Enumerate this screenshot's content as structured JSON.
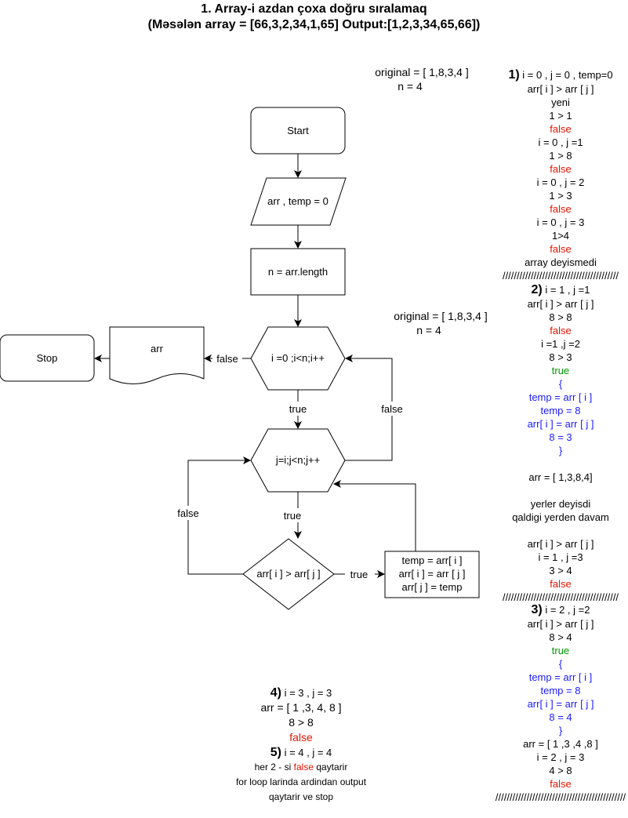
{
  "title": {
    "line1": "1. Array-i azdan çoxa doğru sıralamaq",
    "line2": "(Məsələn array = [66,3,2,34,1,65]  Output:[1,2,3,34,65,66])"
  },
  "flow": {
    "start": "Start",
    "input": "arr , temp = 0",
    "assign": "n = arr.length",
    "outer_loop": "i =0 ;i<n;i++",
    "inner_loop": "j=i;j<n;j++",
    "condition": "arr[ i ] > arr[ j ]",
    "swap": [
      "temp = arr[ i ]",
      "arr[ i ] = arr [ j ]",
      "arr[ j ] = temp"
    ],
    "output_doc": "arr",
    "stop": "Stop",
    "lbl_true": "true",
    "lbl_false": "false"
  },
  "notes": {
    "original1": [
      "original = [ 1,8,3,4 ]",
      "n = 4"
    ],
    "original2": [
      "original = [ 1,8,3,4 ]",
      "n = 4"
    ]
  },
  "trace": {
    "step1": [
      {
        "t": "1)",
        "r": " i = 0 , j = 0 , temp=0",
        "s": "big"
      },
      {
        "t": "arr[ i ] > arr [ j ]"
      },
      {
        "t": "yeni"
      },
      {
        "t": "1 > 1"
      },
      {
        "t": "false",
        "c": "red"
      },
      {
        "t": "i = 0 , j =1"
      },
      {
        "t": "1 > 8"
      },
      {
        "t": "false",
        "c": "red"
      },
      {
        "t": "i = 0 , j = 2"
      },
      {
        "t": "1 > 3"
      },
      {
        "t": "false",
        "c": "red"
      },
      {
        "t": "i = 0 , j = 3"
      },
      {
        "t": "1>4"
      },
      {
        "t": "false",
        "c": "red"
      },
      {
        "t": "array deyismedi"
      },
      {
        "t": "/////////////////////////////////////////"
      }
    ],
    "step2": [
      {
        "t": "2)",
        "r": "    i = 1 , j =1",
        "s": "big"
      },
      {
        "t": "arr[ i ] > arr [ j ]"
      },
      {
        "t": "8 > 8"
      },
      {
        "t": "false",
        "c": "red"
      },
      {
        "t": "i =1 ,j =2"
      },
      {
        "t": "8 > 3"
      },
      {
        "t": "true",
        "c": "green"
      },
      {
        "t": "{",
        "c": "blue"
      },
      {
        "t": "temp = arr [ i ]",
        "c": "blue"
      },
      {
        "t": "temp = 8",
        "c": "blue"
      },
      {
        "t": "arr[ i ] = arr [ j ]",
        "c": "blue"
      },
      {
        "t": "8 = 3",
        "c": "blue"
      },
      {
        "t": "}",
        "c": "blue"
      },
      {
        "t": ""
      },
      {
        "t": "arr = [ 1,3,8,4]"
      },
      {
        "t": ""
      },
      {
        "t": "yerler deyisdi"
      },
      {
        "t": "qaldigi yerden davam"
      },
      {
        "t": ""
      },
      {
        "t": "arr[ i ] > arr [ j ]"
      },
      {
        "t": "i = 1 , j =3"
      },
      {
        "t": "3 > 4"
      },
      {
        "t": "false",
        "c": "red"
      },
      {
        "t": "/////////////////////////////////////////"
      }
    ],
    "step3": [
      {
        "t": "3)",
        "r": "  i = 2 , j =2",
        "s": "big"
      },
      {
        "t": "arr[ i ] > arr [ j ]"
      },
      {
        "t": "8 > 4"
      },
      {
        "t": "true",
        "c": "green"
      },
      {
        "t": "{",
        "c": "blue"
      },
      {
        "t": "temp = arr [ i ]",
        "c": "blue"
      },
      {
        "t": "temp = 8",
        "c": "blue"
      },
      {
        "t": "arr[ i ] = arr [ j ]",
        "c": "blue"
      },
      {
        "t": "8 = 4",
        "c": "blue"
      },
      {
        "t": "}",
        "c": "blue"
      },
      {
        "t": "arr = [ 1 ,3 ,4 ,8 ]"
      },
      {
        "t": "i = 2 , j = 3"
      },
      {
        "t": "4 > 8"
      },
      {
        "t": "false",
        "c": "red"
      },
      {
        "t": "//////////////////////////////////////////////"
      }
    ],
    "step45": [
      {
        "t": "4)",
        "r": " i = 3 , j = 3",
        "s": "big"
      },
      {
        "t": "arr = [ 1 ,3, 4, 8 ]",
        "s": "fs14"
      },
      {
        "t": "8 > 8",
        "s": "fs14"
      },
      {
        "t": "false",
        "c": "red",
        "s": "fs14"
      },
      {
        "t": "5)",
        "r": " i = 4 , j = 4",
        "s": "big"
      },
      {
        "t": "her 2 - si ",
        "m": "false",
        "e": " qaytarir",
        "s": "fs12"
      },
      {
        "t": "for loop larinda ardindan output",
        "s": "fs12"
      },
      {
        "t": "qaytarir ve stop",
        "s": "fs12"
      }
    ]
  }
}
